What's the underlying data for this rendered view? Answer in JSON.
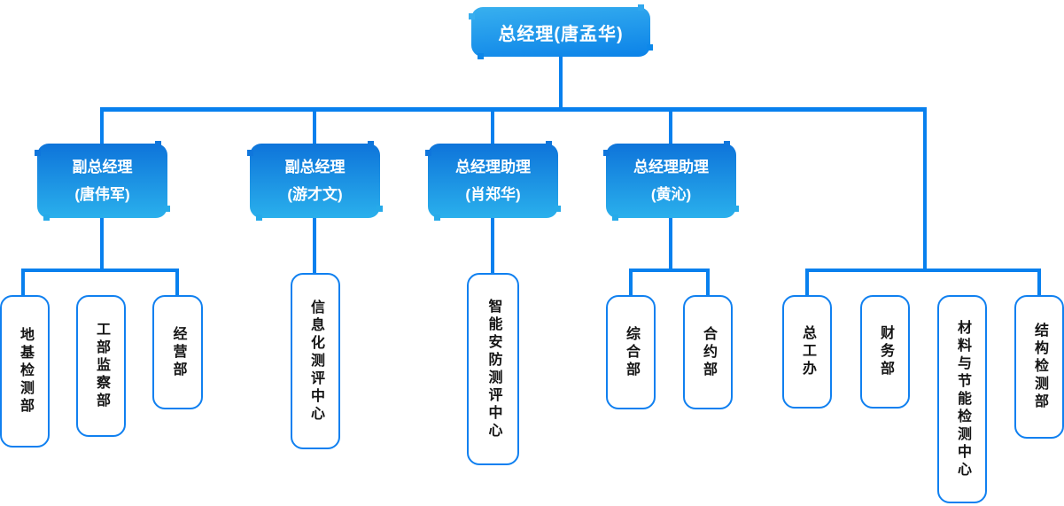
{
  "colors": {
    "connector": "#0880ee",
    "leaf_border": "#1080f0",
    "leaf_text": "#141414",
    "root_gradient_top": "#38b0ef",
    "root_gradient_bottom": "#0b82e8",
    "manager_gradient_top": "#0e74da",
    "manager_gradient_bottom": "#2ab0ec",
    "node_text": "#ffffff"
  },
  "root": {
    "label": "总经理(唐孟华)"
  },
  "managers": [
    {
      "title": "副总经理",
      "name": "(唐伟军)"
    },
    {
      "title": "副总经理",
      "name": "(游才文)"
    },
    {
      "title": "总经理助理",
      "name": "(肖郑华)"
    },
    {
      "title": "总经理助理",
      "name": "(黄沁)"
    }
  ],
  "departments": [
    {
      "label": "地基检测部"
    },
    {
      "label": "工部监察部"
    },
    {
      "label": "经营部"
    },
    {
      "label": "信息化测评中心"
    },
    {
      "label": "智能安防测评中心"
    },
    {
      "label": "综合部"
    },
    {
      "label": "合约部"
    },
    {
      "label": "总工办"
    },
    {
      "label": "财务部"
    },
    {
      "label": "材料与节能检测中心"
    },
    {
      "label": "结构检测部"
    }
  ]
}
